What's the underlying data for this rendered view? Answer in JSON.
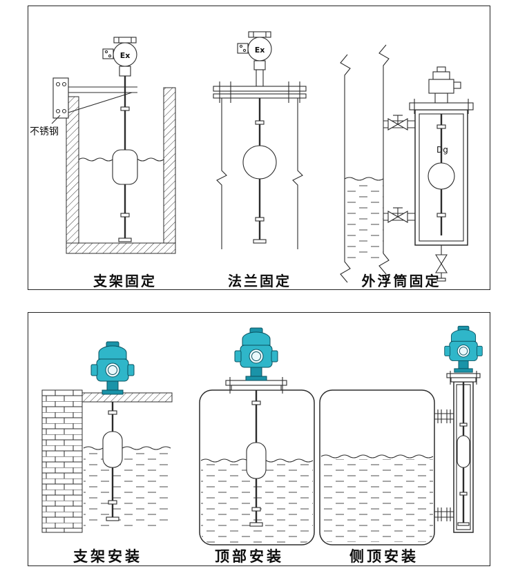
{
  "page": {
    "background": "#ffffff",
    "description": "Float level transmitter fixing and installation method diagrams"
  },
  "top_panel": {
    "name": "fixing-methods",
    "labels": [
      {
        "text": "支架固定"
      },
      {
        "text": "法兰固定"
      },
      {
        "text": "外浮筒固定"
      }
    ],
    "annotations": {
      "stainless_steel": "不锈钢",
      "ex_marking": "Ex",
      "diameter": "Dg"
    }
  },
  "bottom_panel": {
    "name": "installation-methods",
    "labels": [
      {
        "text": "支架安装"
      },
      {
        "text": "顶部安装"
      },
      {
        "text": "侧顶安装"
      }
    ]
  },
  "colors": {
    "line": "#2b2b2b",
    "border": "#222222",
    "instrument_teal": "#2fb6c9",
    "instrument_teal_dark": "#1a93a8",
    "display_face": "#eaf8fb"
  }
}
